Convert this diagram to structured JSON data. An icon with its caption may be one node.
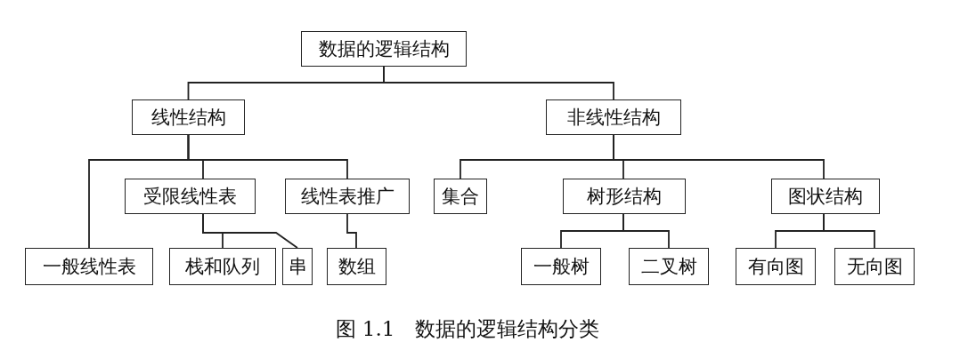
{
  "diagram": {
    "caption": "图 1.1　数据的逻辑结构分类",
    "nodes": [
      {
        "text": [
          "数据的逻辑结构"
        ]
      },
      {
        "text": [
          "线性结构"
        ]
      },
      {
        "text": [
          "非线性结构"
        ]
      },
      {
        "text": [
          "一般线性表"
        ]
      },
      {
        "text": [
          "受限线性表"
        ]
      },
      {
        "text": [
          "线性表推广"
        ]
      },
      {
        "text": [
          "栈和队列"
        ]
      },
      {
        "text": [
          "串"
        ]
      },
      {
        "text": [
          "数组"
        ]
      },
      {
        "text": [
          "集合"
        ]
      },
      {
        "text": [
          "树形结构"
        ]
      },
      {
        "text": [
          "图状结构"
        ]
      },
      {
        "text": [
          "一般树"
        ]
      },
      {
        "text": [
          "二叉树"
        ]
      },
      {
        "text": [
          "有向图"
        ]
      },
      {
        "text": [
          "无向图"
        ]
      }
    ],
    "edges": [
      {
        "from": 0,
        "to": 1,
        "arrow": "none"
      },
      {
        "from": 0,
        "to": 2,
        "arrow": "none"
      },
      {
        "from": 1,
        "to": 3,
        "arrow": "none"
      },
      {
        "from": 1,
        "to": 4,
        "arrow": "none"
      },
      {
        "from": 1,
        "to": 5,
        "arrow": "none"
      },
      {
        "from": 4,
        "to": 6,
        "arrow": "none"
      },
      {
        "from": 4,
        "to": 7,
        "arrow": "none"
      },
      {
        "from": 5,
        "to": 8,
        "arrow": "none"
      },
      {
        "from": 2,
        "to": 9,
        "arrow": "none"
      },
      {
        "from": 2,
        "to": 10,
        "arrow": "none"
      },
      {
        "from": 2,
        "to": 11,
        "arrow": "none"
      },
      {
        "from": 10,
        "to": 12,
        "arrow": "none"
      },
      {
        "from": 10,
        "to": 13,
        "arrow": "none"
      },
      {
        "from": 11,
        "to": 14,
        "arrow": "none"
      },
      {
        "from": 11,
        "to": 15,
        "arrow": "none"
      }
    ]
  }
}
